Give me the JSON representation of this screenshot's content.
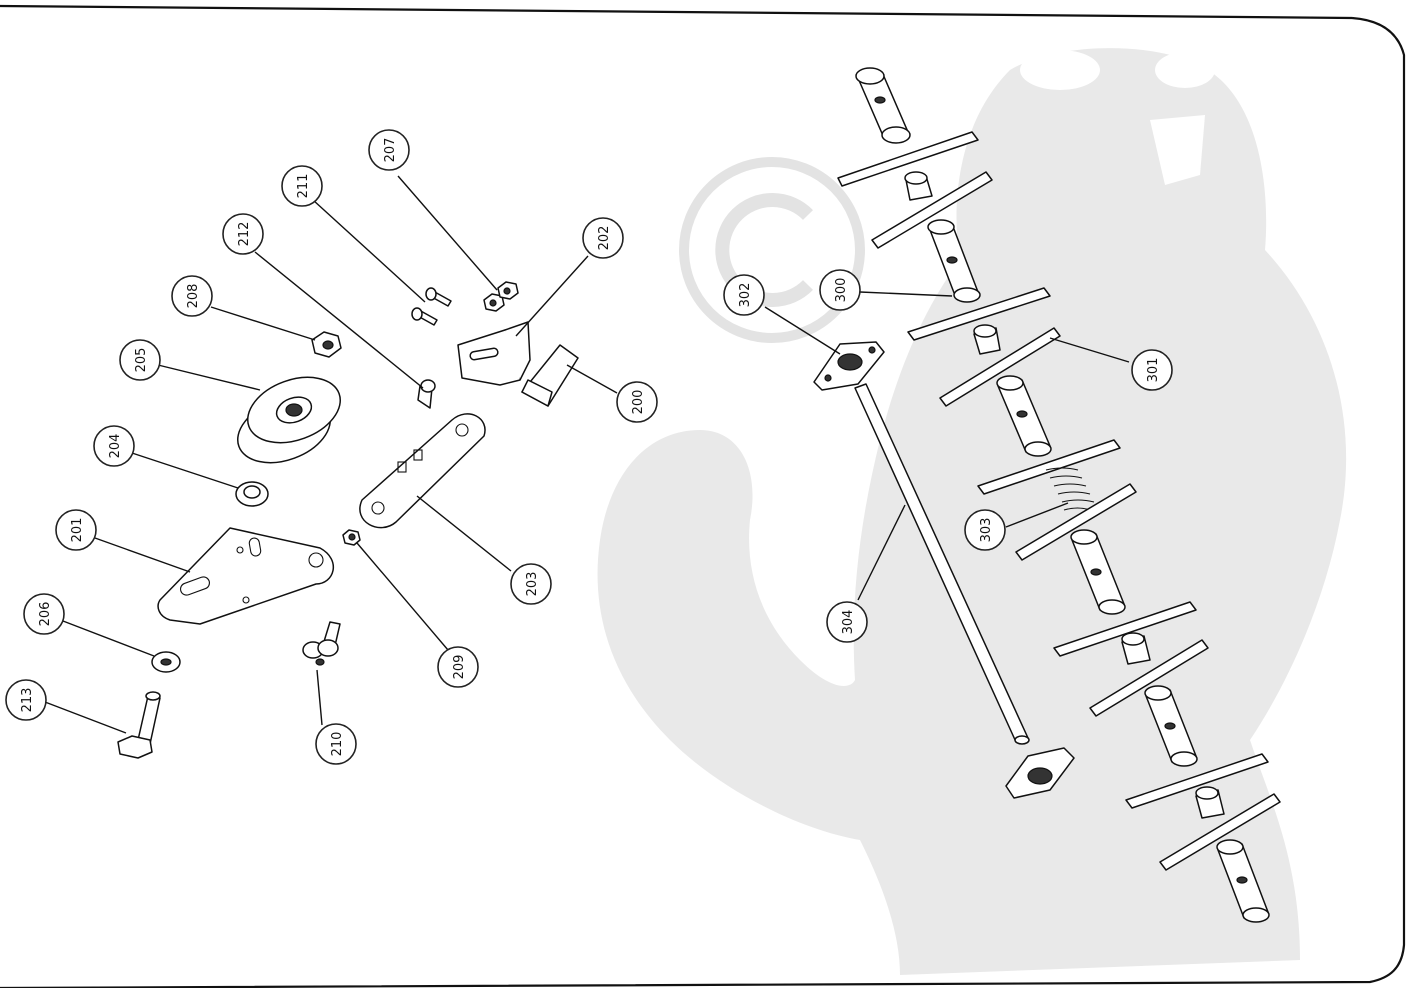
{
  "drawing": {
    "callouts": [
      {
        "id": "207",
        "text": "207"
      },
      {
        "id": "211",
        "text": "211"
      },
      {
        "id": "212",
        "text": "212"
      },
      {
        "id": "202",
        "text": "202"
      },
      {
        "id": "208",
        "text": "208"
      },
      {
        "id": "205",
        "text": "205"
      },
      {
        "id": "200",
        "text": "200"
      },
      {
        "id": "204",
        "text": "204"
      },
      {
        "id": "201",
        "text": "201"
      },
      {
        "id": "203",
        "text": "203"
      },
      {
        "id": "206",
        "text": "206"
      },
      {
        "id": "209",
        "text": "209"
      },
      {
        "id": "213",
        "text": "213"
      },
      {
        "id": "210",
        "text": "210"
      },
      {
        "id": "302",
        "text": "302"
      },
      {
        "id": "300",
        "text": "300"
      },
      {
        "id": "301",
        "text": "301"
      },
      {
        "id": "303",
        "text": "303"
      },
      {
        "id": "304",
        "text": "304"
      }
    ],
    "watermark": {
      "logo": "beaver-silhouette",
      "mark": "copyright-symbol"
    }
  }
}
